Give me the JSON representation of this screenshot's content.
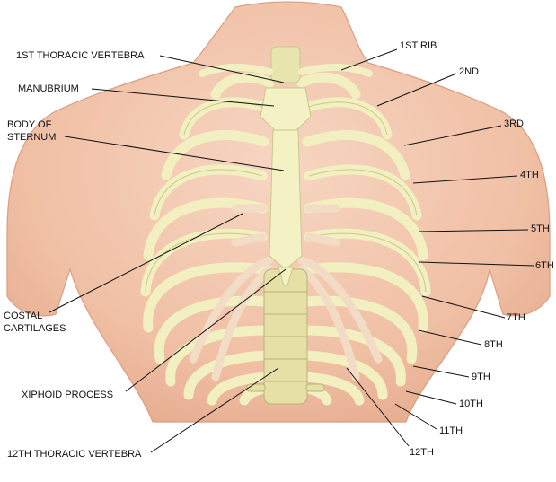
{
  "labels": {
    "thoracic_vertebra_1": "1ST THORACIC VERTEBRA",
    "manubrium": "MANUBRIUM",
    "body_of_sternum_line1": "BODY OF",
    "body_of_sternum_line2": "STERNUM",
    "costal_cartilages_line1": "COSTAL",
    "costal_cartilages_line2": "CARTILAGES",
    "xiphoid_process": "XIPHOID PROCESS",
    "thoracic_vertebra_12": "12TH THORACIC VERTEBRA",
    "rib_1": "1ST RIB",
    "rib_2": "2ND",
    "rib_3": "3RD",
    "rib_4": "4TH",
    "rib_5": "5TH",
    "rib_6": "6TH",
    "rib_7": "7TH",
    "rib_8": "8TH",
    "rib_9": "9TH",
    "rib_10": "10TH",
    "rib_11": "11TH",
    "rib_12": "12TH"
  },
  "colors": {
    "skin": "#f2c7ae",
    "skin_shadow": "#e3ab8f",
    "bone": "#f2f0c0",
    "bone_outline": "#c9c98a",
    "cartilage": "#f3dcc6",
    "leader": "#111111"
  }
}
